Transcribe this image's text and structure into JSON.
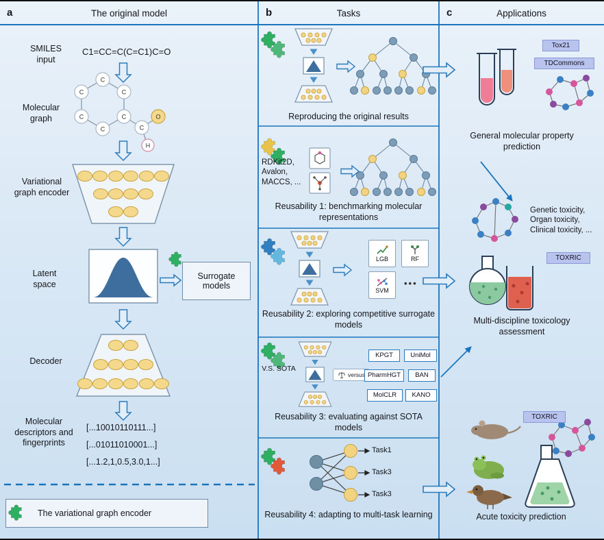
{
  "colors": {
    "accent_blue": "#1b75bc",
    "puzzle_green": "#2eaf62",
    "node_yellow": "#f2d381",
    "latent_blue": "#3d6e9e",
    "badge_lavender": "#b9c4ee",
    "alert_red": "#e05a3a"
  },
  "panel_a": {
    "label": "a",
    "title": "The original model",
    "smiles_label": "SMILES input",
    "smiles_value": "C1=CC=C(C=C1)C=O",
    "graph_label": "Molecular graph",
    "atoms": {
      "c": "C",
      "o": "O",
      "h": "H"
    },
    "encoder_label": "Variational graph encoder",
    "latent_label": "Latent space",
    "surrogate_label": "Surrogate models",
    "decoder_label": "Decoder",
    "fingerprints_label": "Molecular descriptors and fingerprints",
    "fingerprint_lines": [
      "[...10010110111...]",
      "[...01011010001...]",
      "[...1.2,1,0.5,3.0,1...]"
    ],
    "legend_label": "The variational graph encoder"
  },
  "panel_b": {
    "label": "b",
    "title": "Tasks",
    "section1": {
      "caption": "Reproducing the original results"
    },
    "section2": {
      "representations": "RDKit2D, Avalon, MACCS, ...",
      "caption": "Reusability 1: benchmarking molecular representations"
    },
    "section3": {
      "lgb": "LGB",
      "rf": "RF",
      "svm": "SVM",
      "more": "•••",
      "caption": "Reusability 2: exploring competitive surrogate models"
    },
    "section4": {
      "vs_label": "V.S. SOTA",
      "versus": "versus",
      "kpgt": "KPGT",
      "unimol": "UniMol",
      "pharmhgt": "PharmHGT",
      "ban": "BAN",
      "molclr": "MolCLR",
      "kano": "KANO",
      "caption": "Reusability 3: evaluating against SOTA models"
    },
    "section5": {
      "task1": "Task1",
      "task2": "Task3",
      "task3": "Task3",
      "caption": "Reusability 4: adapting to multi-task learning"
    }
  },
  "panel_c": {
    "label": "c",
    "title": "Applications",
    "app1": {
      "badge1": "Tox21",
      "badge2": "TDCommons",
      "caption": "General molecular property prediction"
    },
    "app2": {
      "toxicity_types": "Genetic toxicity, Organ toxicity, Clinical toxicity, ...",
      "badge": "TOXRIC",
      "caption": "Multi-discipline toxicology assessment"
    },
    "app3": {
      "badge": "TOXRIC",
      "caption": "Acute toxicity prediction"
    }
  }
}
